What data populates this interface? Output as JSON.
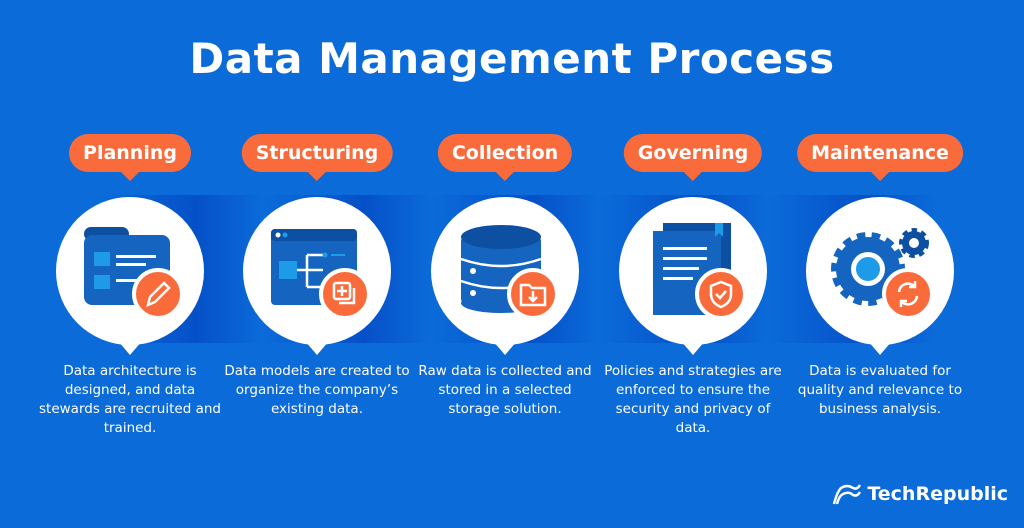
{
  "title": "Data Management Process",
  "steps": [
    {
      "label": "Planning",
      "icon": "folder-edit-icon",
      "description": "Data architecture is designed, and data stewards are recruited and trained."
    },
    {
      "label": "Structuring",
      "icon": "window-hierarchy-icon",
      "description": "Data models are created to organize the company’s existing data."
    },
    {
      "label": "Collection",
      "icon": "database-download-icon",
      "description": "Raw data is collected and stored in a selected storage solution."
    },
    {
      "label": "Governing",
      "icon": "document-shield-icon",
      "description": "Policies and strategies are enforced to ensure the security and privacy of data."
    },
    {
      "label": "Maintenance",
      "icon": "gears-refresh-icon",
      "description": "Data is evaluated for quality and relevance to business analysis."
    }
  ],
  "logo": "TechRepublic",
  "colors": {
    "background": "#0b6bd9",
    "accent": "#fa6b3c",
    "icon_blue": "#1565c0",
    "icon_light": "#1e9be8"
  }
}
